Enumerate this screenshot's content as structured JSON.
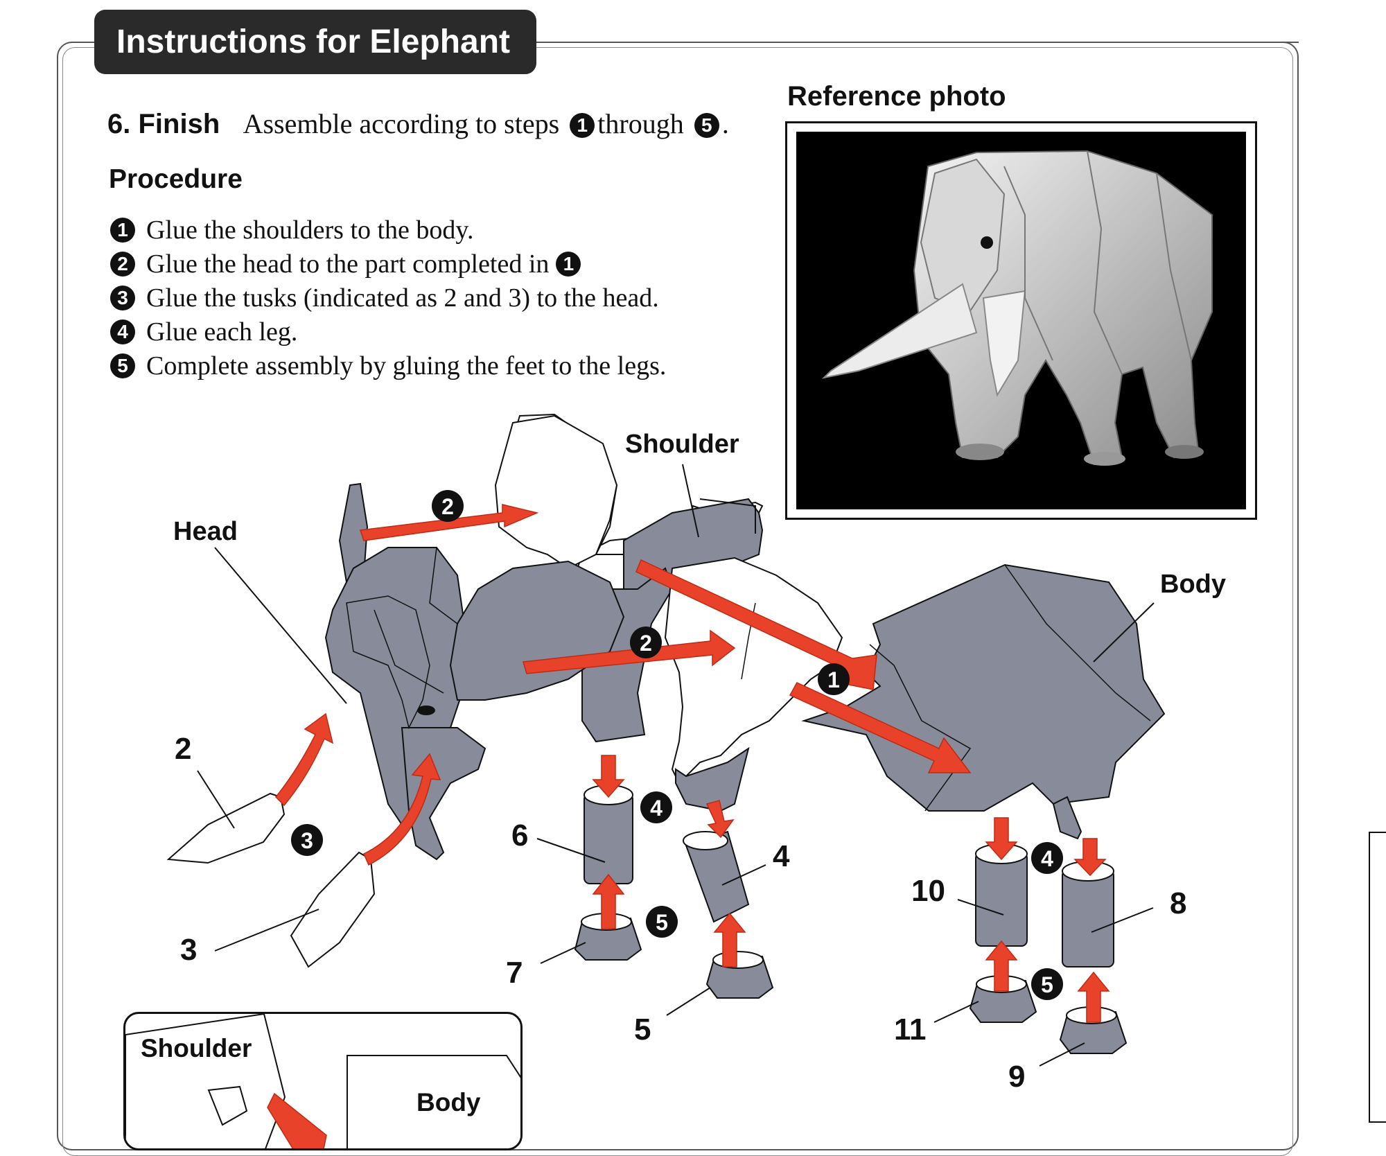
{
  "header": {
    "title": "Instructions for Elephant"
  },
  "step": {
    "number_label": "6. Finish",
    "text_before": "Assemble according to steps",
    "from_marker": "1",
    "text_middle": "through",
    "to_marker": "5",
    "text_after": "."
  },
  "procedure": {
    "title": "Procedure",
    "items": [
      {
        "marker": "1",
        "text": "Glue the shoulders to the body."
      },
      {
        "marker": "2",
        "text": "Glue the head to the part completed in",
        "ref_marker": "1"
      },
      {
        "marker": "3",
        "text": "Glue the tusks (indicated as 2 and 3) to the head."
      },
      {
        "marker": "4",
        "text": "Glue each leg."
      },
      {
        "marker": "5",
        "text": "Complete assembly by gluing the feet to the legs."
      }
    ]
  },
  "reference": {
    "title": "Reference photo"
  },
  "diagram": {
    "labels": {
      "head": "Head",
      "shoulder": "Shoulder",
      "body": "Body",
      "part_2": "2",
      "part_3": "3",
      "part_4": "4",
      "part_5": "5",
      "part_6": "6",
      "part_7": "7",
      "part_8": "8",
      "part_9": "9",
      "part_10": "10",
      "part_11": "11"
    },
    "step_markers": {
      "m1": "1",
      "m2a": "2",
      "m2b": "2",
      "m3": "3",
      "m4a": "4",
      "m4b": "4",
      "m5a": "5",
      "m5b": "5"
    }
  },
  "inset": {
    "shoulder": "Shoulder",
    "body": "Body"
  },
  "colors": {
    "part_fill": "#878b9a",
    "arrow": "#e8432a",
    "header_bg": "#2a2a2a"
  }
}
